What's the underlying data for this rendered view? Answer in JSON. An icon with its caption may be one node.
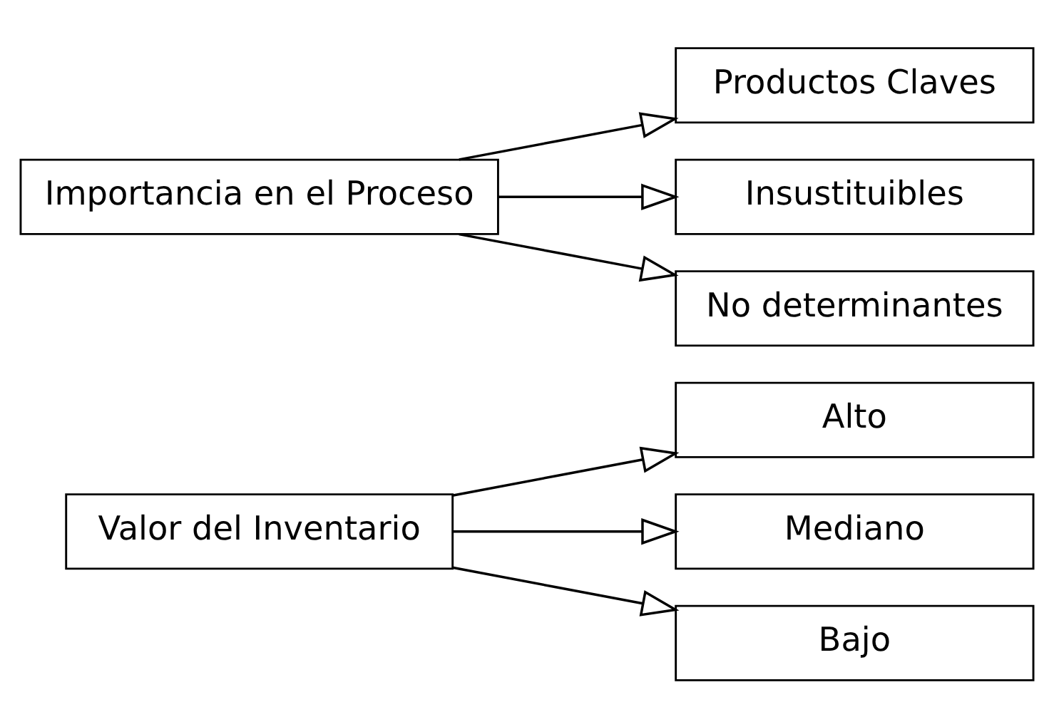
{
  "diagram": {
    "nodes": [
      {
        "text": [
          "Valor del Inventario"
        ]
      },
      {
        "text": [
          "Alto"
        ]
      },
      {
        "text": [
          "Mediano"
        ]
      },
      {
        "text": [
          "Bajo"
        ]
      },
      {
        "text": [
          "Importancia en el Proceso"
        ]
      },
      {
        "text": [
          "Productos Claves"
        ]
      },
      {
        "text": [
          "Insustituibles"
        ]
      },
      {
        "text": [
          "No determinantes"
        ]
      }
    ],
    "edges": [
      {
        "from": 0,
        "to": 1,
        "arrow": "to"
      },
      {
        "from": 0,
        "to": 2,
        "arrow": "to"
      },
      {
        "from": 0,
        "to": 3,
        "arrow": "to"
      },
      {
        "from": 4,
        "to": 5,
        "arrow": "to"
      },
      {
        "from": 4,
        "to": 6,
        "arrow": "to"
      },
      {
        "from": 4,
        "to": 7,
        "arrow": "to"
      }
    ]
  }
}
